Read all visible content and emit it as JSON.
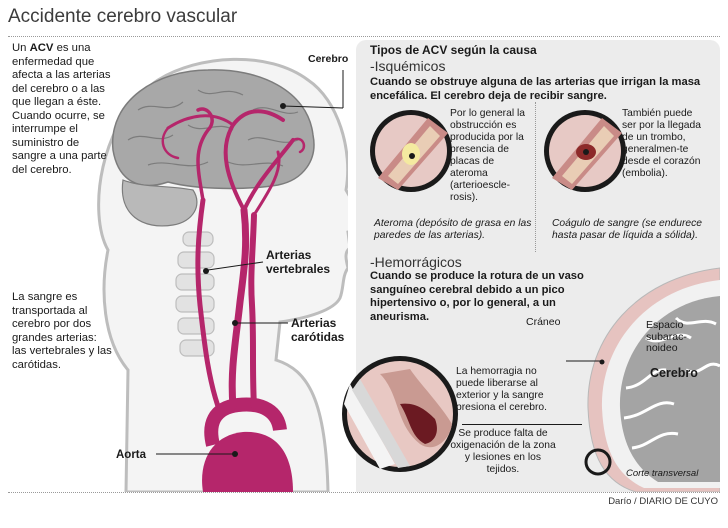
{
  "title": "Accidente cerebro vascular",
  "intro": {
    "prefix": "Un ",
    "term": "ACV",
    "rest": " es una enfermedad que afecta a las arterias del cerebro o a las que llegan a éste. Cuando ocurre, se interrumpe el suministro de sangre a una parte del cerebro."
  },
  "blood_text": "La sangre es transportada al cerebro por dos grandes arterias: las vertebrales y las carótidas.",
  "labels": {
    "cerebro": "Cerebro",
    "vertebrales": "Arterias\nvertebrales",
    "carotidas": "Arterias\ncarótidas",
    "aorta": "Aorta"
  },
  "right": {
    "heading": "Tipos de ACV según la causa",
    "isquemicos": {
      "title": "-Isquémicos",
      "desc": "Cuando se obstruye alguna de las arterias que irrigan la masa encefálica. El cerebro deja de recibir sangre.",
      "ateroma_text": "Por lo general la obstrucción es producida por la presencia de placas de ateroma (arterioescle-rosis).",
      "ateroma_caption": "Ateroma (depósito de grasa en las paredes de las arterias).",
      "coagulo_text": "También puede ser por la llegada de un trombo, generalmen-te desde el corazón (embolia).",
      "coagulo_caption": "Coágulo de sangre (se endurece hasta pasar de líquida a sólida)."
    },
    "hemorragicos": {
      "title": "-Hemorrágicos",
      "desc": "Cuando se produce la rotura de un vaso sanguíneo cerebral debido a un pico hipertensivo o, por lo general, a un aneurisma.",
      "hemorragia_text": "La hemorragia no puede liberarse al exterior y la sangre presiona el cerebro.",
      "oxigenacion_text": "Se produce falta de oxigenación de la zona y lesiones en los tejidos.",
      "craneo": "Cráneo",
      "espacio": "Espacio subarac-noideo",
      "cerebro": "Cerebro",
      "corte": "Corte transversal"
    }
  },
  "credit": "Darío / DIARIO DE CUYO",
  "colors": {
    "artery": "#b5266b",
    "skin_outline": "#b8b8b8",
    "panel_bg": "#ececec",
    "brain": "#9c9c9c",
    "blood_dark": "#6b1a22"
  }
}
